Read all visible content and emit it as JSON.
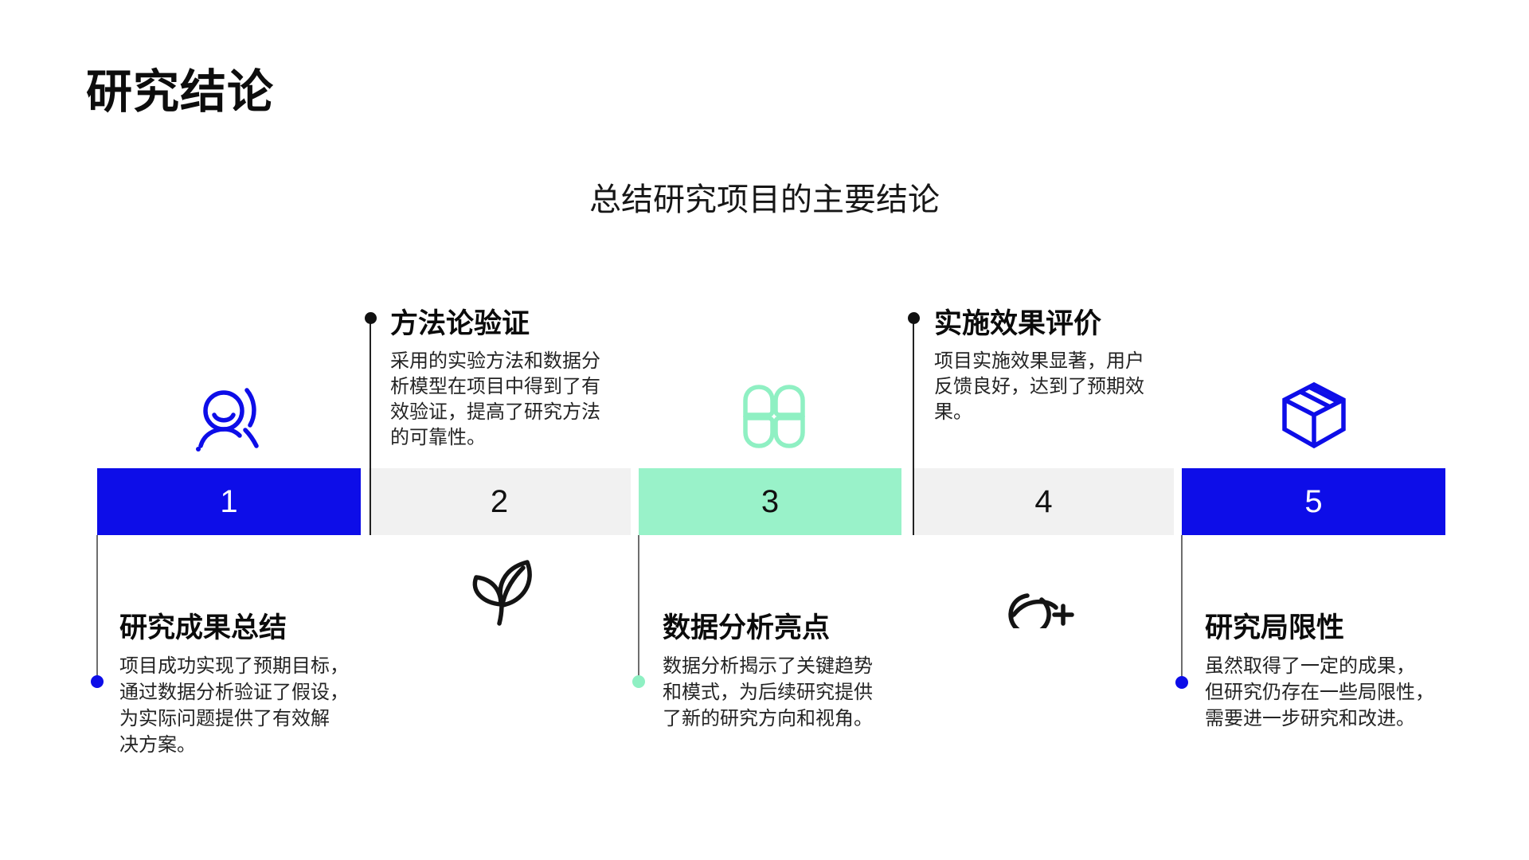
{
  "page": {
    "title": "研究结论",
    "subtitle": "总结研究项目的主要结论"
  },
  "colors": {
    "accent_blue": "#0d0de8",
    "accent_mint": "#99f2c9",
    "segment_gray": "#f1f1f1",
    "text_black": "#111111"
  },
  "timeline": {
    "segments": [
      {
        "number": "1",
        "color": "blue",
        "icon": "user-search-icon",
        "icon_position": "above",
        "callout": {
          "position": "below",
          "marker": "blue-dot",
          "title": "研究成果总结",
          "description": "项目成功实现了预期目标，\n通过数据分析验证了假设，\n为实际问题提供了有效解\n决方案。"
        }
      },
      {
        "number": "2",
        "color": "gray",
        "icon": "leaf-icon",
        "icon_position": "below",
        "callout": {
          "position": "above",
          "marker": "black-dot",
          "title": "方法论验证",
          "description": "采用的实验方法和数据分\n析模型在项目中得到了有\n效验证，提高了研究方法\n的可靠性。"
        }
      },
      {
        "number": "3",
        "color": "mint",
        "icon": "clover-icon",
        "icon_position": "above",
        "callout": {
          "position": "below",
          "marker": "mint-dot",
          "title": "数据分析亮点",
          "description": "数据分析揭示了关键趋势\n和模式，为后续研究提供\n了新的研究方向和视角。"
        }
      },
      {
        "number": "4",
        "color": "gray",
        "icon": "user-plus-icon",
        "icon_position": "below",
        "callout": {
          "position": "above",
          "marker": "black-dot",
          "title": "实施效果评价",
          "description": "项目实施效果显著，用户\n反馈良好，达到了预期效\n果。"
        }
      },
      {
        "number": "5",
        "color": "blue",
        "icon": "box-icon",
        "icon_position": "above",
        "callout": {
          "position": "below",
          "marker": "blue-dot",
          "title": "研究局限性",
          "description": "虽然取得了一定的成果，\n但研究仍存在一些局限性，\n需要进一步研究和改进。"
        }
      }
    ]
  }
}
